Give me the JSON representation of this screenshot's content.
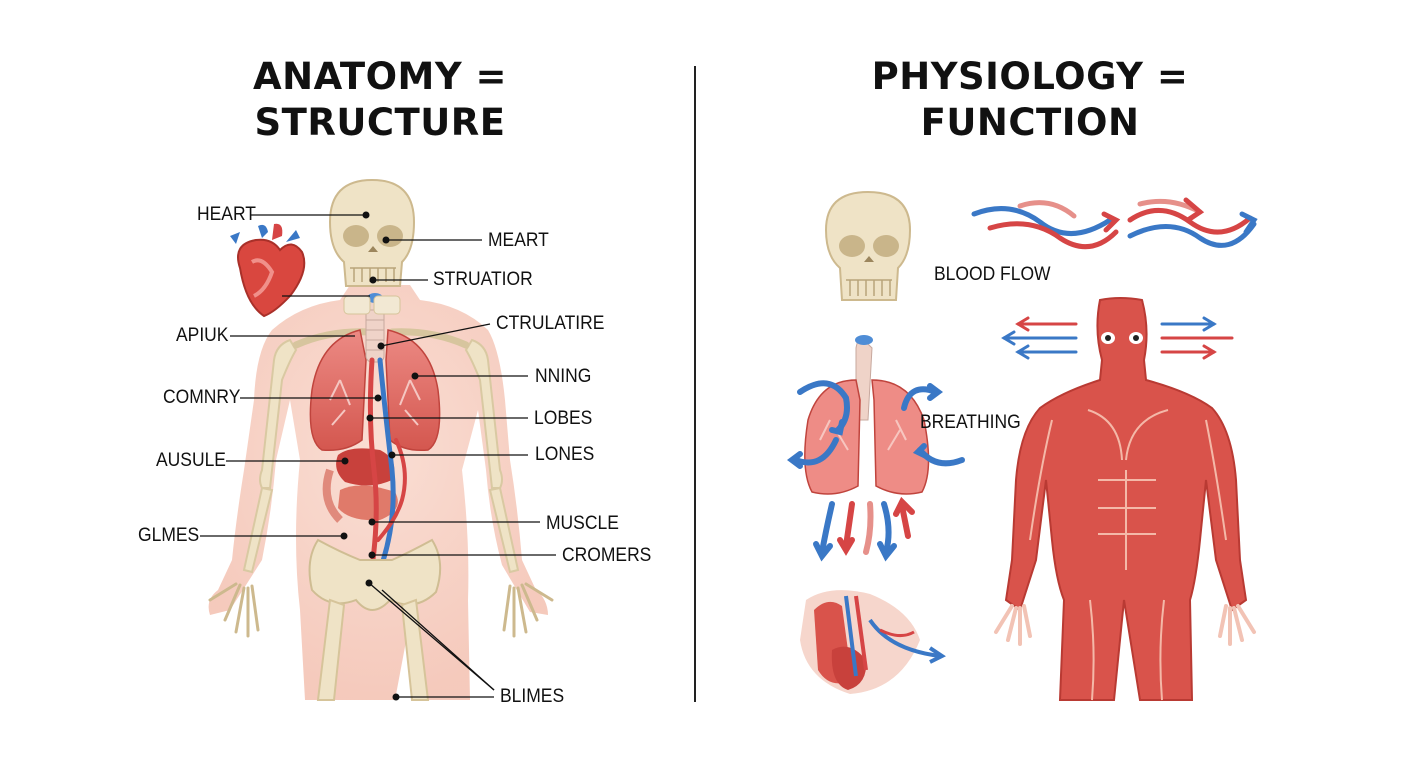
{
  "left_panel": {
    "title_line1": "ANATOMY =",
    "title_line2": "STRUCTURE",
    "labels": {
      "heart": "HEART",
      "meart": "MEART",
      "struatior": "STRUATIOR",
      "apiuk": "APIUK",
      "ctrulatire": "CTRULATIRE",
      "nning": "NNING",
      "comnry": "COMNRY",
      "lobes": "LOBES",
      "lones": "LONES",
      "ausule": "AUSULE",
      "muscle": "MUSCLE",
      "glmes": "GLMES",
      "cromers": "CROMERS",
      "blimes": "BLIMES"
    }
  },
  "right_panel": {
    "title_line1": "PHYSIOLOGY =",
    "title_line2": "FUNCTION",
    "labels": {
      "blood_flow": "BLOOD FLOW",
      "breathing": "BREATHING"
    }
  },
  "colors": {
    "bone": "#efe3c6",
    "skin": "#f6cfc2",
    "muscle": "#d9534b",
    "artery": "#d64545",
    "vein": "#3a78c6"
  }
}
